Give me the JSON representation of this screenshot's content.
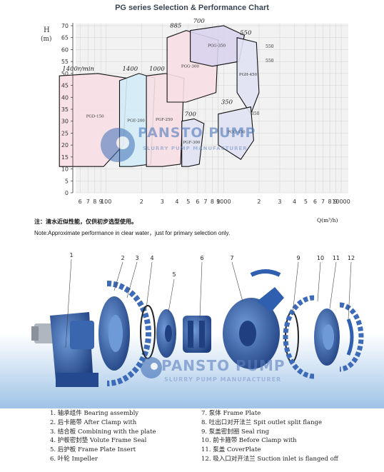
{
  "title": "PG series  Selection & Performance Chart",
  "notes": {
    "cn": "注：清水近似性能，仅供初步选型使用。",
    "en": "Note:Approximate performance in clear water，just for primary selection only."
  },
  "watermark": {
    "brand": "PANSTO PUMP",
    "tagline": "SLURRY PUMP MANUFACTURER"
  },
  "chart_data": {
    "type": "area",
    "title": "PG series  Selection & Performance Chart",
    "ylabel_top": "H",
    "ylabel_unit": "(m)",
    "xlabel": "Q(m³/h)",
    "x_scale": "log",
    "ylim": [
      0,
      70
    ],
    "yticks": [
      0,
      5,
      10,
      15,
      20,
      25,
      30,
      35,
      40,
      45,
      50,
      55,
      60,
      65,
      70
    ],
    "xticks": [
      {
        "label": "6",
        "value": 60
      },
      {
        "label": "7",
        "value": 70
      },
      {
        "label": "8",
        "value": 80
      },
      {
        "label": "9",
        "value": 90
      },
      {
        "label": "100",
        "value": 100
      },
      {
        "label": "2",
        "value": 200
      },
      {
        "label": "3",
        "value": 300
      },
      {
        "label": "4",
        "value": 400
      },
      {
        "label": "5",
        "value": 500
      },
      {
        "label": "6",
        "value": 600
      },
      {
        "label": "7",
        "value": 700
      },
      {
        "label": "8",
        "value": 800
      },
      {
        "label": "9",
        "value": 900
      },
      {
        "label": "1000",
        "value": 1000
      },
      {
        "label": "2",
        "value": 2000
      },
      {
        "label": "3",
        "value": 3000
      },
      {
        "label": "4",
        "value": 4000
      },
      {
        "label": "5",
        "value": 5000
      },
      {
        "label": "6",
        "value": 6000
      },
      {
        "label": "7",
        "value": 7000
      },
      {
        "label": "8",
        "value": 8000
      },
      {
        "label": "9",
        "value": 9000
      },
      {
        "label": "10000",
        "value": 10000
      }
    ],
    "grid": true,
    "regions": [
      {
        "model": "PGD-150",
        "color": "#f7dfe6",
        "polygon": [
          [
            40,
            49
          ],
          [
            85,
            50
          ],
          [
            150,
            48
          ],
          [
            140,
            20
          ],
          [
            95,
            11
          ],
          [
            40,
            11
          ]
        ],
        "speed_label": "1400r/min"
      },
      {
        "model": "PGE-200",
        "color": "#d3ecf8",
        "polygon": [
          [
            130,
            47
          ],
          [
            190,
            50
          ],
          [
            260,
            48
          ],
          [
            240,
            12
          ],
          [
            165,
            11
          ],
          [
            130,
            11
          ]
        ],
        "speed_label": "1400"
      },
      {
        "model": "PGF-250",
        "color": "#f7dfe6",
        "polygon": [
          [
            220,
            49
          ],
          [
            320,
            50
          ],
          [
            460,
            48
          ],
          [
            430,
            12
          ],
          [
            300,
            11
          ],
          [
            220,
            11
          ]
        ],
        "speed_label": "1000"
      },
      {
        "model": "PGF-300",
        "color": "#e1e2f3",
        "polygon": [
          [
            440,
            30
          ],
          [
            560,
            31
          ],
          [
            680,
            29
          ],
          [
            620,
            12
          ],
          [
            500,
            11
          ],
          [
            440,
            11
          ]
        ],
        "speed_label": "700"
      },
      {
        "model": "PGG-300",
        "color": "#f7dfe6",
        "polygon": [
          [
            330,
            65
          ],
          [
            480,
            68
          ],
          [
            900,
            64
          ],
          [
            860,
            42
          ],
          [
            480,
            38
          ],
          [
            330,
            38
          ]
        ],
        "speed_label": "885"
      },
      {
        "model": "PGG-350",
        "color": "#d9d3ee",
        "polygon": [
          [
            520,
            68
          ],
          [
            1000,
            70
          ],
          [
            1500,
            66
          ],
          [
            1350,
            55
          ],
          [
            800,
            53
          ],
          [
            520,
            55
          ]
        ],
        "speed_label": "700"
      },
      {
        "model": "PGH-450",
        "color": "#e1e2f3",
        "polygon": [
          [
            1300,
            65
          ],
          [
            1900,
            63
          ],
          [
            2000,
            42
          ],
          [
            1700,
            33
          ],
          [
            1300,
            42
          ]
        ],
        "speed_label": "550"
      },
      {
        "model": "PGG-450",
        "color": "#e1e2f3",
        "polygon": [
          [
            900,
            33
          ],
          [
            1700,
            36
          ],
          [
            1800,
            22
          ],
          [
            1400,
            14
          ],
          [
            900,
            20
          ]
        ],
        "speed_label": "350"
      }
    ],
    "speed_labels_secondary": [
      "550",
      "550",
      "350"
    ]
  },
  "legend": [
    {
      "num": "1.",
      "cn": "轴承组件",
      "en": "Bearing assembly"
    },
    {
      "num": "2.",
      "cn": "后卡箍带",
      "en": "After Clamp with"
    },
    {
      "num": "3.",
      "cn": "结合板",
      "en": "Combining with the plate"
    },
    {
      "num": "4.",
      "cn": "护板密封垫",
      "en": "Volute Frame Seal"
    },
    {
      "num": "5.",
      "cn": "后护板",
      "en": "Frame Plate Insert"
    },
    {
      "num": "6.",
      "cn": "叶轮",
      "en": "Impeller"
    },
    {
      "num": "7.",
      "cn": "泵体",
      "en": "Frame Plate"
    },
    {
      "num": "8.",
      "cn": "吐出口对开法兰",
      "en": "Spit outlet split flange"
    },
    {
      "num": "9.",
      "cn": "泵盖密封圈",
      "en": "Seal ring"
    },
    {
      "num": "10.",
      "cn": "前卡箍带",
      "en": "Before  Clamp with"
    },
    {
      "num": "11.",
      "cn": "泵盖",
      "en": "CoverPlate"
    },
    {
      "num": "12.",
      "cn": "吸入口对开法兰",
      "en": "Suction inlet is flanged off"
    }
  ],
  "callouts": [
    "1",
    "2",
    "3",
    "4",
    "5",
    "6",
    "7",
    "9",
    "10",
    "11",
    "12"
  ],
  "colors": {
    "pump_blue": "#2f5fae",
    "pump_dark": "#1f3f80",
    "bg_gradient_top": "#ffffff",
    "bg_gradient_bottom": "#9fc3e6",
    "grid": "#cccccc"
  }
}
